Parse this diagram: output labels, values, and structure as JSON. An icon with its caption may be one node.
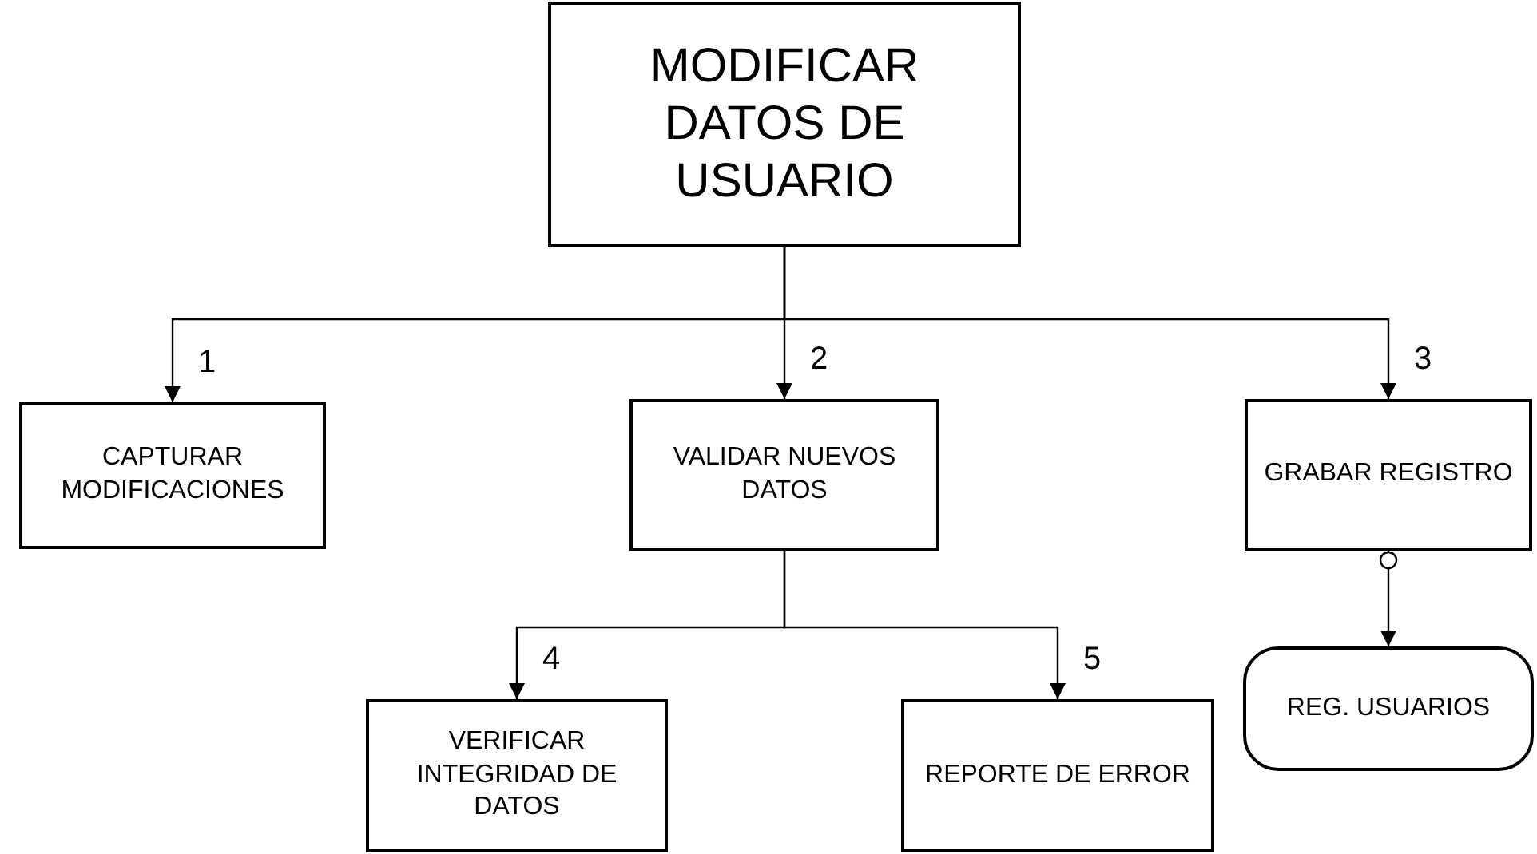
{
  "diagram": {
    "nodes": [
      {
        "text": [
          "MODIFICAR DATOS DE USUARIO"
        ]
      },
      {
        "text": [
          "CAPTURAR MODIFICACIONES"
        ]
      },
      {
        "text": [
          "VALIDAR NUEVOS DATOS"
        ]
      },
      {
        "text": [
          "GRABAR REGISTRO"
        ]
      },
      {
        "text": [
          "VERIFICAR INTEGRIDAD DE DATOS"
        ]
      },
      {
        "text": [
          "REPORTE DE ERROR"
        ]
      },
      {
        "text": [
          "REG. USUARIOS"
        ]
      }
    ],
    "edges": [
      {
        "from": 0,
        "to": 1,
        "arrow": "to",
        "label": "1"
      },
      {
        "from": 0,
        "to": 2,
        "arrow": "to",
        "label": "2"
      },
      {
        "from": 0,
        "to": 3,
        "arrow": "to",
        "label": "3"
      },
      {
        "from": 2,
        "to": 4,
        "arrow": "to",
        "label": "4"
      },
      {
        "from": 2,
        "to": 5,
        "arrow": "to",
        "label": "5"
      },
      {
        "from": 3,
        "to": 6,
        "arrow": "to"
      }
    ]
  }
}
